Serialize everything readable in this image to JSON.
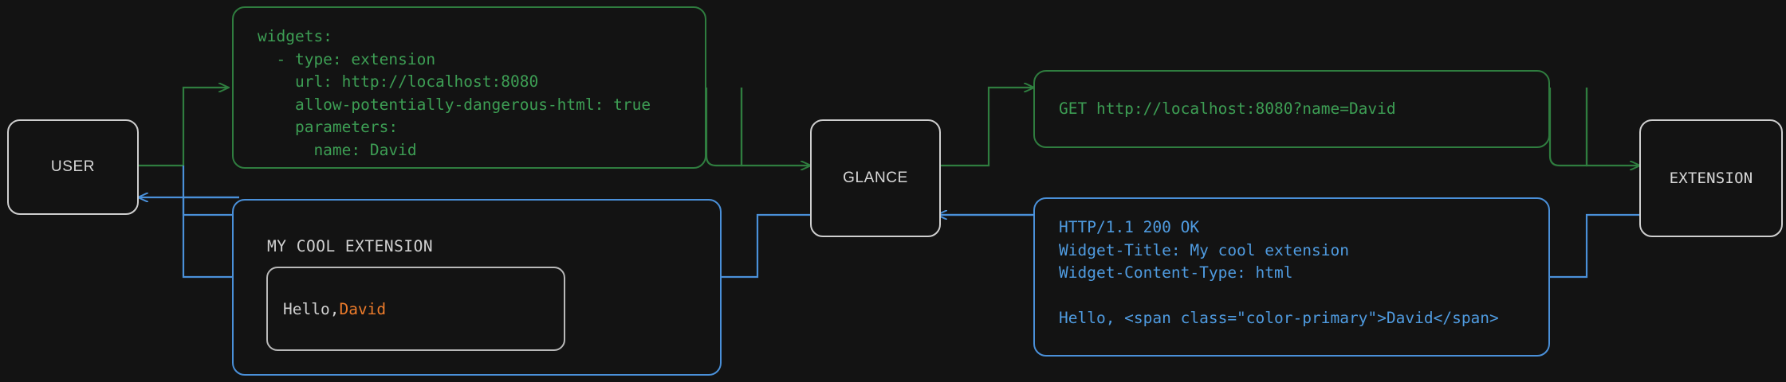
{
  "theme": {
    "background": "#131313",
    "node_border": "#cfcfcf",
    "node_text": "#d8d8d8",
    "request_color": "#3d9e54",
    "response_color": "#4f9be0",
    "accent_color": "#ec7b2b",
    "card_border": "#b9b9b9"
  },
  "nodes": {
    "user": {
      "label": "USER"
    },
    "glance": {
      "label": "GLANCE"
    },
    "extension": {
      "label": "EXTENSION"
    }
  },
  "boxes": {
    "config": {
      "kind": "request",
      "text": "widgets:\n  - type: extension\n    url: http://localhost:8080\n    allow-potentially-dangerous-html: true\n    parameters:\n      name: David"
    },
    "request": {
      "kind": "request",
      "text": "GET http://localhost:8080?name=David"
    },
    "response": {
      "kind": "response",
      "text": "HTTP/1.1 200 OK\nWidget-Title: My cool extension\nWidget-Content-Type: html\n\nHello, <span class=\"color-primary\">David</span>"
    },
    "widget": {
      "kind": "response",
      "title": "MY COOL EXTENSION",
      "card_prefix": "Hello, ",
      "card_accent": "David"
    }
  },
  "edges": [
    {
      "name": "user-to-config",
      "color": "#3d9e54",
      "direction": "right"
    },
    {
      "name": "config-to-glance",
      "color": "#3d9e54",
      "direction": "right"
    },
    {
      "name": "glance-to-request",
      "color": "#3d9e54",
      "direction": "right"
    },
    {
      "name": "request-to-extension",
      "color": "#3d9e54",
      "direction": "right"
    },
    {
      "name": "extension-to-response",
      "color": "#4f9be0",
      "direction": "left"
    },
    {
      "name": "response-to-glance",
      "color": "#4f9be0",
      "direction": "left"
    },
    {
      "name": "glance-to-widget",
      "color": "#4f9be0",
      "direction": "left"
    },
    {
      "name": "widget-to-user",
      "color": "#4f9be0",
      "direction": "left"
    }
  ]
}
